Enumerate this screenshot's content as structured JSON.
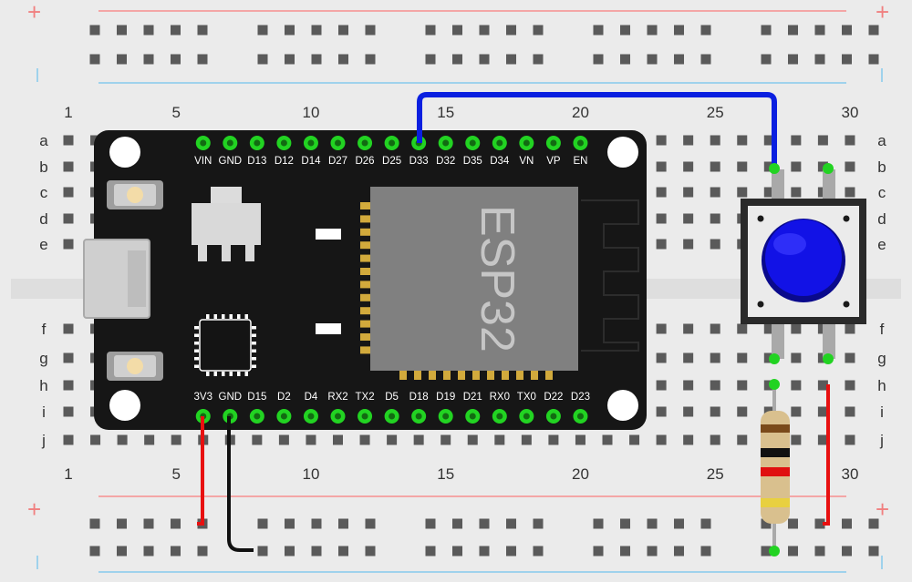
{
  "board": {
    "columns": [
      "1",
      "5",
      "10",
      "15",
      "20",
      "25",
      "30"
    ],
    "column_numbers": [
      1,
      5,
      10,
      15,
      20,
      25,
      30
    ],
    "rows_top": [
      "a",
      "b",
      "c",
      "d",
      "e"
    ],
    "rows_bottom": [
      "f",
      "g",
      "h",
      "i",
      "j"
    ],
    "rail_plus": "+"
  },
  "esp32": {
    "chip_label": "ESP32",
    "top_pins": [
      "VIN",
      "GND",
      "D13",
      "D12",
      "D14",
      "D27",
      "D26",
      "D25",
      "D33",
      "D32",
      "D35",
      "D34",
      "VN",
      "VP",
      "EN"
    ],
    "bottom_pins": [
      "3V3",
      "GND",
      "D15",
      "D2",
      "D4",
      "RX2",
      "TX2",
      "D5",
      "D18",
      "D19",
      "D21",
      "RX0",
      "TX0",
      "D22",
      "D23"
    ]
  },
  "components": {
    "pushbutton": "pushbutton",
    "resistor": "resistor"
  },
  "colors": {
    "board_bg": "#ebebeb",
    "hole": "#5a5a5a",
    "rail_red": "#f4a6a6",
    "rail_blue": "#9fd2ec",
    "pcb": "#161616",
    "pin_green": "#22d322",
    "chip": "#808080",
    "gold": "#d2aa3c",
    "wire_blue": "#0a1fe0",
    "wire_red": "#e81010",
    "wire_black": "#111111",
    "button_cap": "#1212e6"
  }
}
